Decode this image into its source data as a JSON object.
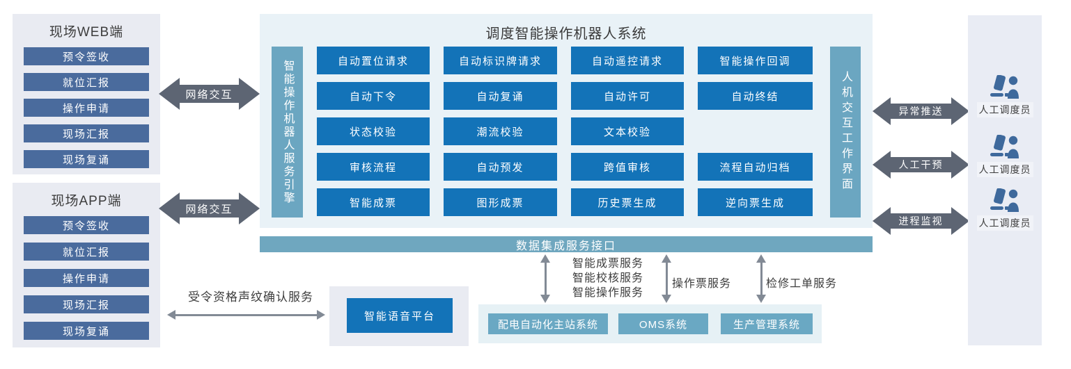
{
  "left_web_panel": {
    "title": "现场WEB端",
    "items": [
      "预令签收",
      "就位汇报",
      "操作申请",
      "现场汇报",
      "现场复诵"
    ]
  },
  "left_app_panel": {
    "title": "现场APP端",
    "items": [
      "预令签收",
      "就位汇报",
      "操作申请",
      "现场汇报",
      "现场复诵"
    ]
  },
  "network_link_label": "网络交互",
  "main_panel": {
    "title": "调度智能操作机器人系统",
    "left_rail": "智能操作机器人服务引擎",
    "right_rail": "人机交互工作界面",
    "rows": [
      [
        "自动置位请求",
        "自动标识牌请求",
        "自动遥控请求",
        "智能操作回调"
      ],
      [
        "自动下令",
        "自动复诵",
        "自动许可",
        "自动终结"
      ],
      [
        "状态校验",
        "潮流校验",
        "文本校验"
      ],
      [
        "审核流程",
        "自动预发",
        "跨值审核",
        "流程自动归档"
      ],
      [
        "智能成票",
        "图形成票",
        "历史票生成",
        "逆向票生成"
      ]
    ]
  },
  "integration_bar": "数据集成服务接口",
  "service_labels": {
    "group1": [
      "智能成票服务",
      "智能校核服务",
      "智能操作服务"
    ],
    "group2": "操作票服务",
    "group3": "检修工单服务"
  },
  "bottom_systems": [
    "配电自动化主站系统",
    "OMS系统",
    "生产管理系统"
  ],
  "voice_service": {
    "arrow_label": "受令资格声纹确认服务",
    "platform": "智能语音平台"
  },
  "right_links": [
    "异常推送",
    "人工干预",
    "进程监视"
  ],
  "operator_label": "人工调度员",
  "colors": {
    "button_blue": "#1373b8",
    "slate_item_blue": "#4a6b9d",
    "rail_teal": "#6ba6c1",
    "bus_teal": "#6fa7bf",
    "system_teal": "#6aa8c3",
    "arrow_dark": "#5d6573",
    "arrow_gray": "#828a95",
    "panel_gray": "#e9ebf2",
    "panel_light_blue": "#e9f2f7",
    "operator_icon_blue": "#3e699c"
  }
}
